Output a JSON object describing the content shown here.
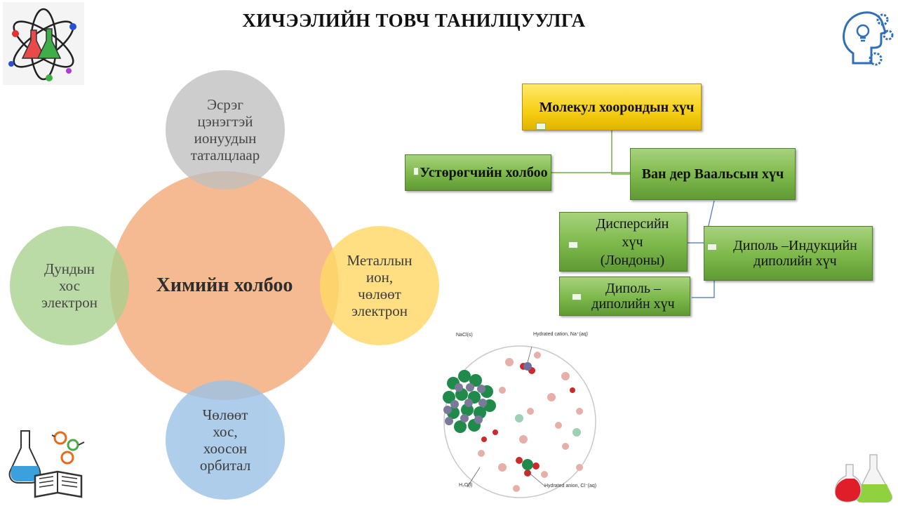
{
  "title": "ХИЧЭЭЛИЙН ТОВЧ ТАНИЛЦУУЛГА",
  "circles": {
    "main": "Химийн холбоо",
    "top": [
      "Эсрэг",
      "цэнэгтэй",
      "ионуудын",
      "таталцлаар"
    ],
    "left": [
      "Дундын",
      "хос",
      "электрон"
    ],
    "right": [
      "Металлын",
      "ион,",
      "чөлөөт",
      "электрон"
    ],
    "bottom": [
      "Чөлөөт",
      "хос,",
      "хоосон",
      "орбитал"
    ]
  },
  "boxes": {
    "molecular": "Молекул хоорондын хүч",
    "hydrogen": "Устөрөгчийн холбоо",
    "vdw": "Ван дер Ваальсын хүч",
    "dispersion": [
      "Дисперсийн",
      "хүч",
      "(Лондоны)"
    ],
    "dipole_induced": "Диполь –Индукцийн диполийн хүч",
    "dipole_dipole": "Диполь –диполийн хүч"
  },
  "illustration": {
    "nacl": "NaCl(s)",
    "hydrated_cation": "Hydrated cation, Na⁺(aq)",
    "water": "H₂O(l)",
    "hydrated_anion": "Hydrated anion, Cl⁻(aq)"
  },
  "icons": {
    "top_left": "atom-flask-icon",
    "top_right": "head-gears-icon",
    "bottom_left": "flask-book-icon",
    "bottom_right": "flasks-icon"
  }
}
